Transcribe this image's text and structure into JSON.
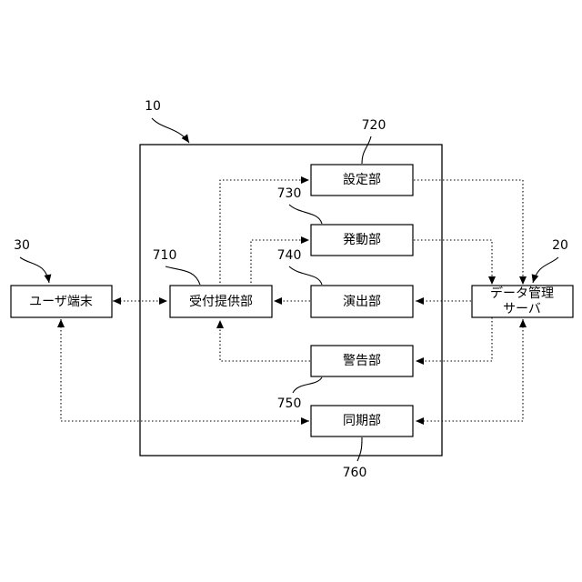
{
  "units": {
    "user_terminal": "ユーザ端末",
    "accept_provide": "受付提供部",
    "setting": "設定部",
    "trigger": "発動部",
    "presentation": "演出部",
    "warning": "警告部",
    "sync": "同期部",
    "data_server_line1": "データ管理",
    "data_server_line2": "サーバ"
  },
  "ref_numbers": {
    "system": "10",
    "server": "20",
    "terminal": "30",
    "accept_provide": "710",
    "setting": "720",
    "trigger": "730",
    "presentation": "740",
    "warning": "750",
    "sync": "760"
  }
}
